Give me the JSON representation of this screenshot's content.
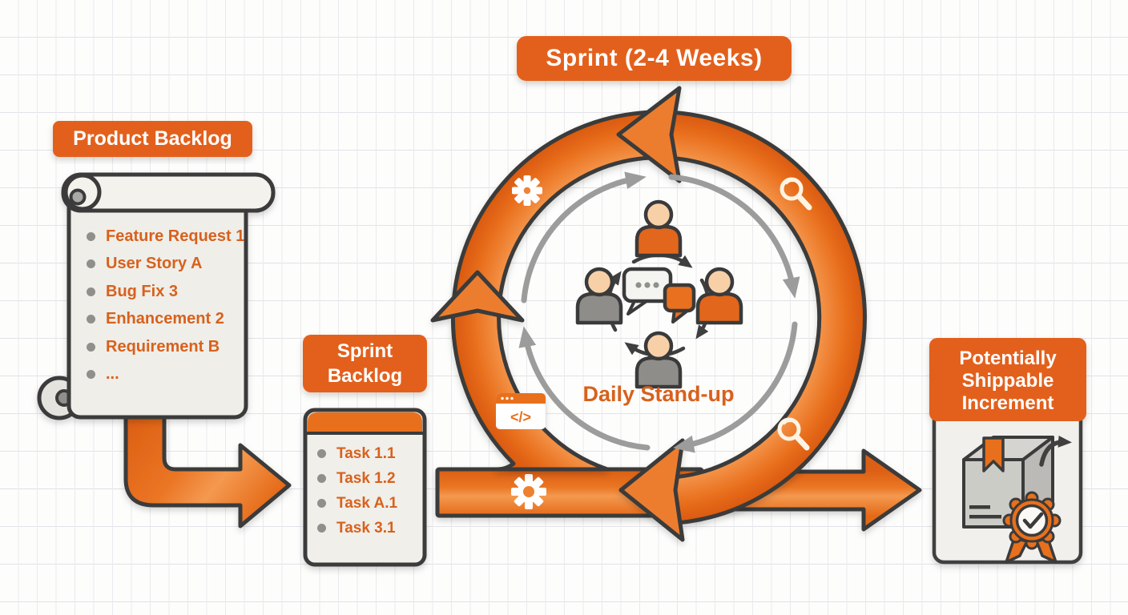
{
  "sprint_banner": {
    "label": "Sprint (2-4 Weeks)"
  },
  "product_backlog": {
    "title": "Product Backlog",
    "items": [
      "Feature Request 1",
      "User Story A",
      "Bug Fix 3",
      "Enhancement 2",
      "Requirement B",
      "..."
    ]
  },
  "sprint_backlog": {
    "title_lines": [
      "Sprint",
      "Backlog"
    ],
    "tasks": [
      "Task 1.1",
      "Task 1.2",
      "Task A.1",
      "Task 3.1"
    ]
  },
  "sprint_cycle": {
    "center_label": "Daily Stand-up",
    "code_icon_glyph": "</>",
    "ring_icons": [
      "gear-icon",
      "magnifier-icon",
      "code-window-icon",
      "magnifier-icon",
      "gear-icon"
    ]
  },
  "increment": {
    "title_lines": [
      "Potentially",
      "Shippable",
      "Increment"
    ]
  },
  "colors": {
    "accent_orange": "#e8701f",
    "banner_orange": "#e3611c",
    "outline_dark": "#3a3a3a",
    "text_orange": "#d8611c",
    "gray_arrow": "#9c9c9c",
    "card_bg": "#f0efea"
  }
}
